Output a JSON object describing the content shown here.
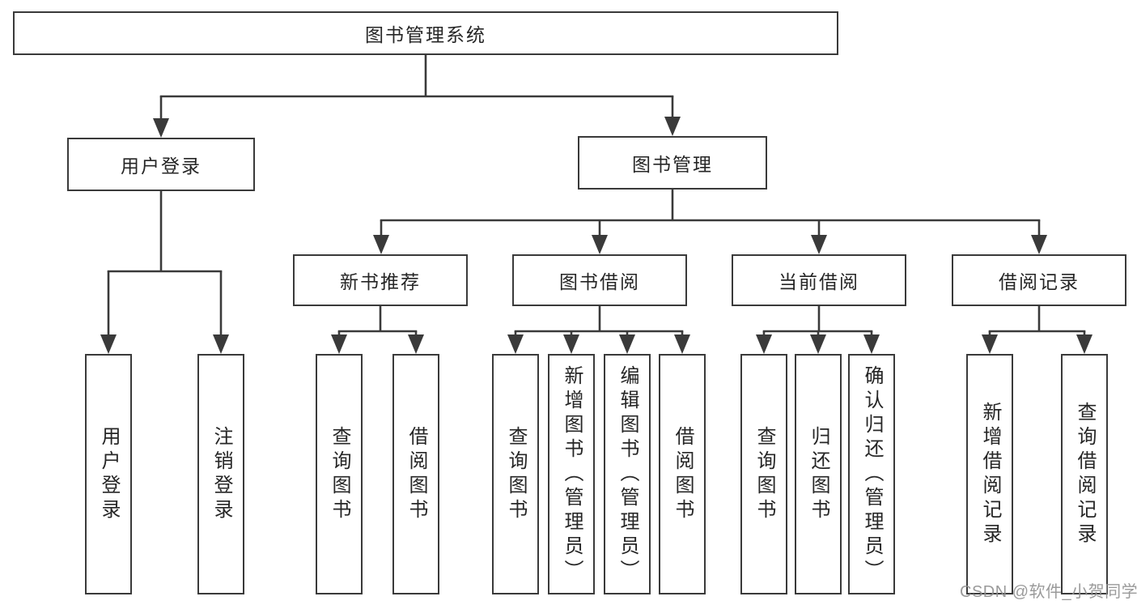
{
  "colors": {
    "background": "#ffffff",
    "line": "#3a3a3a",
    "box_border": "#3a3a3a",
    "text": "#262626",
    "watermark": "#919191"
  },
  "tree": {
    "root": {
      "label": "图书管理系统"
    },
    "children": [
      {
        "label": "用户登录",
        "children": [
          {
            "label": "用户登录"
          },
          {
            "label": "注销登录"
          }
        ]
      },
      {
        "label": "图书管理",
        "children": [
          {
            "label": "新书推荐",
            "children": [
              {
                "label": "查询图书"
              },
              {
                "label": "借阅图书"
              }
            ]
          },
          {
            "label": "图书借阅",
            "children": [
              {
                "label": "查询图书"
              },
              {
                "label": "新增图书（管理员）"
              },
              {
                "label": "编辑图书（管理员）"
              },
              {
                "label": "借阅图书"
              }
            ]
          },
          {
            "label": "当前借阅",
            "children": [
              {
                "label": "查询图书"
              },
              {
                "label": "归还图书"
              },
              {
                "label": "确认归还（管理员）"
              }
            ]
          },
          {
            "label": "借阅记录",
            "children": [
              {
                "label": "新增借阅记录"
              },
              {
                "label": "查询借阅记录"
              }
            ]
          }
        ]
      }
    ]
  },
  "watermark": {
    "text": "CSDN @软件_小贺同学"
  }
}
